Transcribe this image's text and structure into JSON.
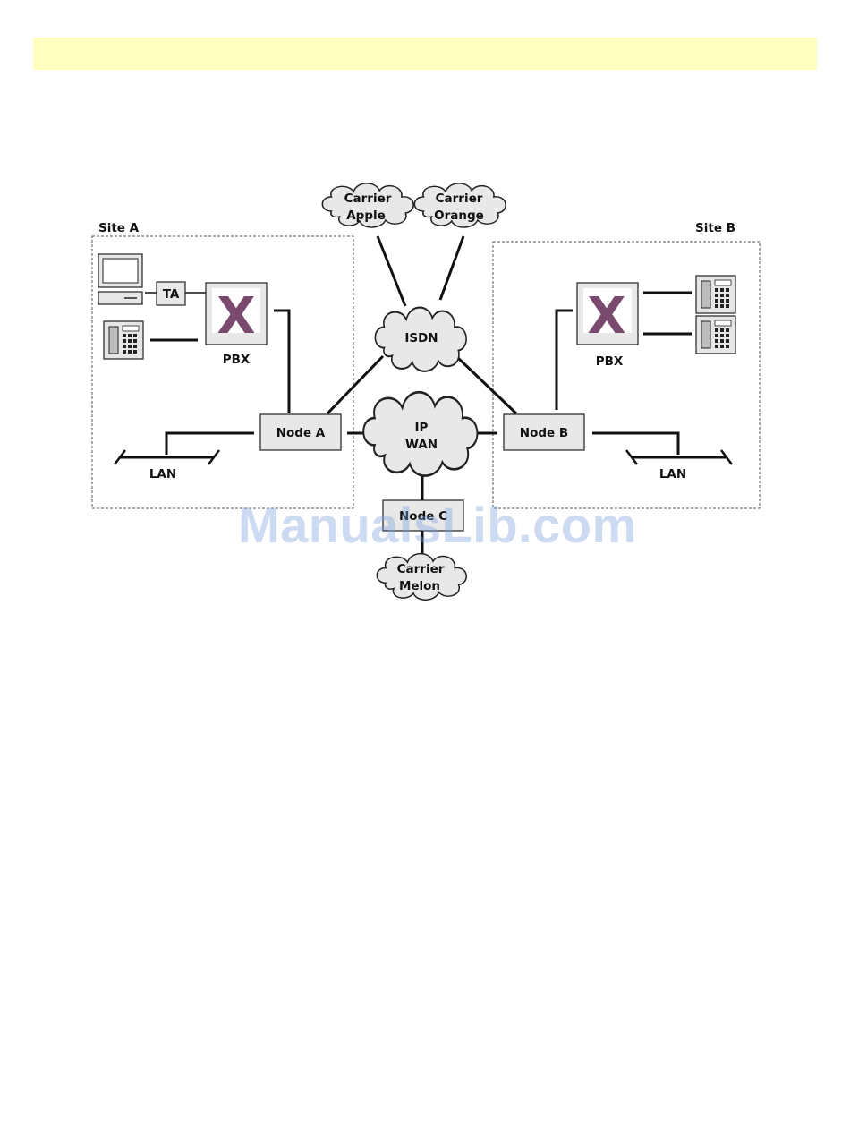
{
  "header": {
    "banner_color": "#ffffc0"
  },
  "diagram": {
    "site_a_label": "Site A",
    "site_b_label": "Site B",
    "clouds": {
      "carrier_apple": [
        "Carrier",
        "Apple"
      ],
      "carrier_orange": [
        "Carrier",
        "Orange"
      ],
      "isdn": [
        "ISDN"
      ],
      "ip_wan": [
        "IP",
        "WAN"
      ],
      "carrier_melon": [
        "Carrier",
        "Melon"
      ]
    },
    "nodes": {
      "node_a": "Node A",
      "node_b": "Node B",
      "node_c": "Node C"
    },
    "ta_label": "TA",
    "pbx_a_label": "PBX",
    "pbx_b_label": "PBX",
    "lan_a_label": "LAN",
    "lan_b_label": "LAN",
    "pbx_symbol": "X",
    "pbx_symbol_color": "#7a4a6e"
  },
  "watermark": {
    "text": "ManualsLib.com"
  }
}
